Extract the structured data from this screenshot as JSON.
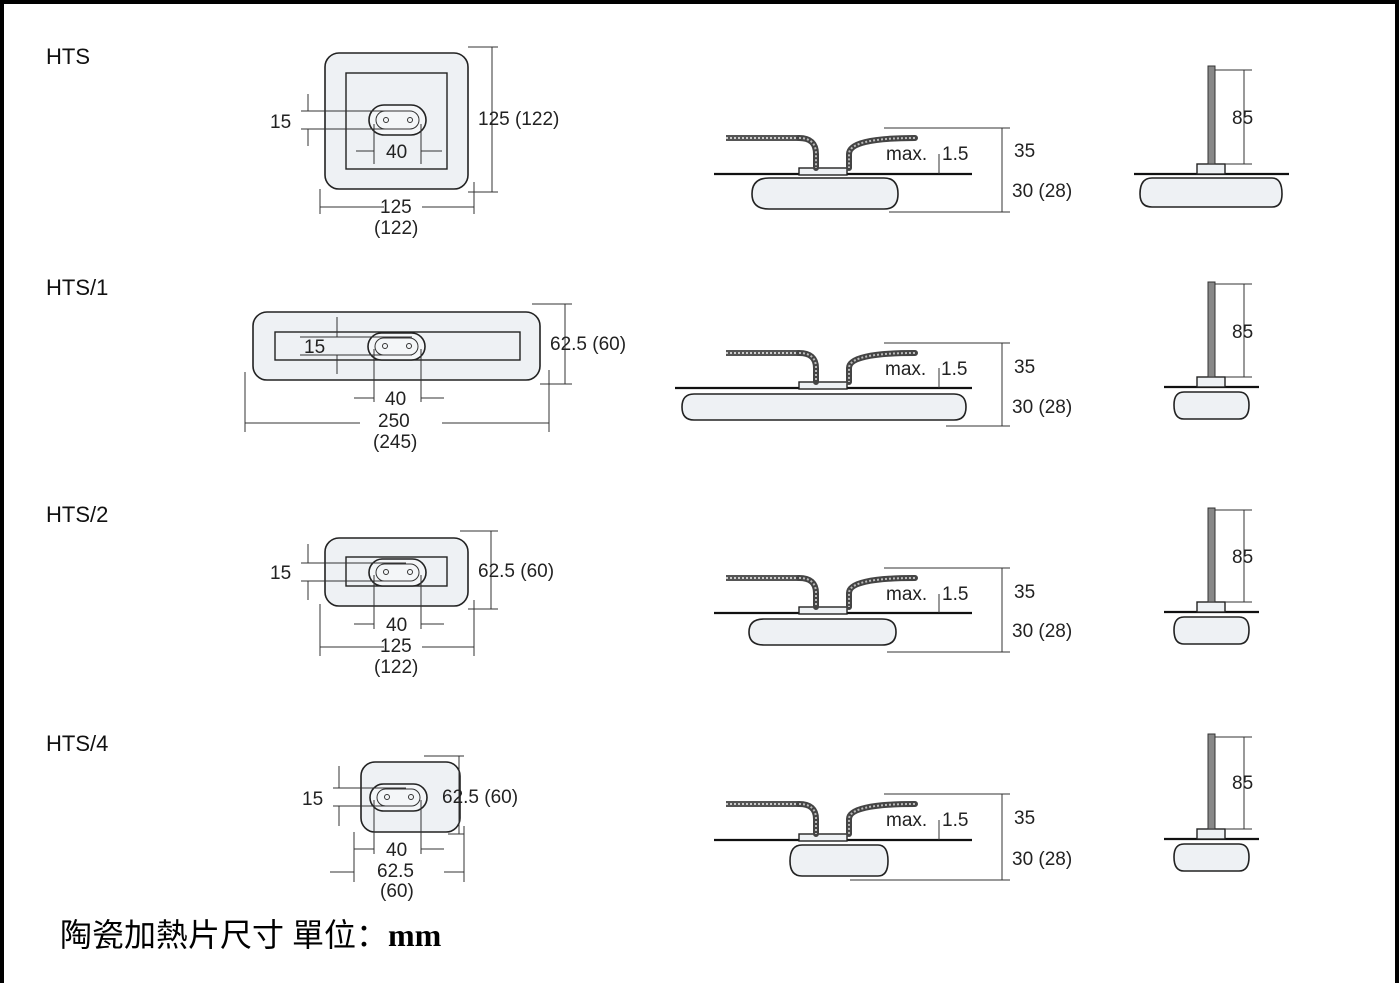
{
  "rows": [
    {
      "model": "HTS",
      "top": {
        "slot_height": "15",
        "slot_width": "40",
        "height": "125 (122)",
        "width": "125",
        "width_alt": "(122)"
      },
      "side": {
        "max_label": "max.",
        "max_value": "1.5",
        "upper": "35",
        "lower": "30 (28)"
      },
      "end": {
        "height": "85"
      }
    },
    {
      "model": "HTS/1",
      "top": {
        "slot_height": "15",
        "slot_width": "40",
        "height": "62.5 (60)",
        "width": "250",
        "width_alt": "(245)"
      },
      "side": {
        "max_label": "max.",
        "max_value": "1.5",
        "upper": "35",
        "lower": "30 (28)"
      },
      "end": {
        "height": "85"
      }
    },
    {
      "model": "HTS/2",
      "top": {
        "slot_height": "15",
        "slot_width": "40",
        "height": "62.5 (60)",
        "width": "125",
        "width_alt": "(122)"
      },
      "side": {
        "max_label": "max.",
        "max_value": "1.5",
        "upper": "35",
        "lower": "30 (28)"
      },
      "end": {
        "height": "85"
      }
    },
    {
      "model": "HTS/4",
      "top": {
        "slot_height": "15",
        "slot_width": "40",
        "height": "62.5 (60)",
        "width": "62.5",
        "width_alt": "(60)"
      },
      "side": {
        "max_label": "max.",
        "max_value": "1.5",
        "upper": "35",
        "lower": "30 (28)"
      },
      "end": {
        "height": "85"
      }
    }
  ],
  "caption": {
    "text": "陶瓷加熱片尺寸 單位：",
    "unit": "mm"
  }
}
